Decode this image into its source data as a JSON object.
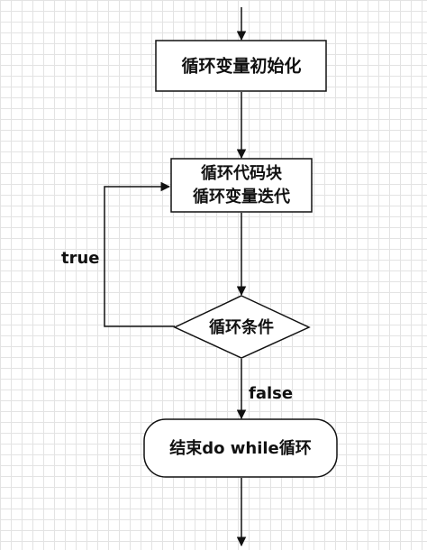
{
  "diagram": {
    "nodes": {
      "init": {
        "label": "循环变量初始化"
      },
      "body": {
        "line1": "循环代码块",
        "line2": "循环变量迭代"
      },
      "condition": {
        "label": "循环条件"
      },
      "end": {
        "label": "结束do while循环"
      }
    },
    "edges": {
      "true_label": "true",
      "false_label": "false"
    }
  },
  "colors": {
    "stroke": "#111111",
    "grid": "#e3e3e3",
    "background": "#ffffff"
  }
}
